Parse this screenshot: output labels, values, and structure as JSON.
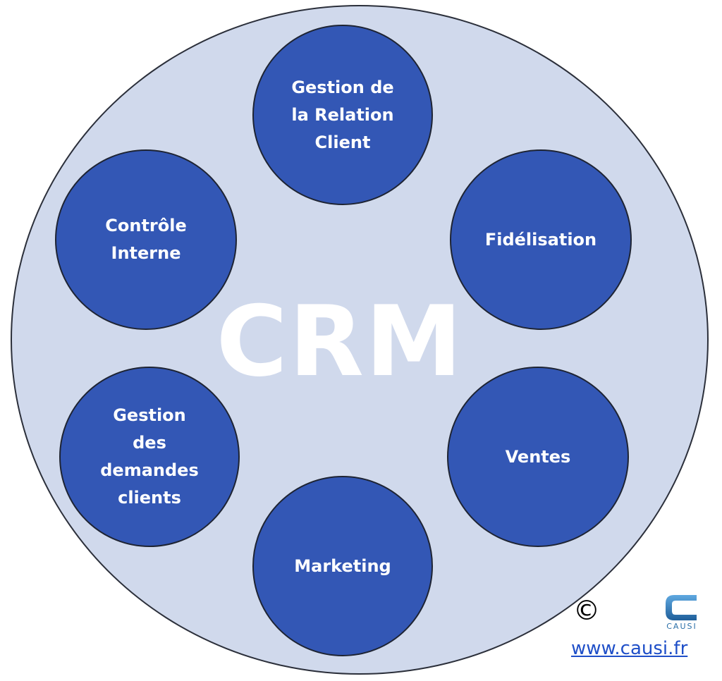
{
  "diagram": {
    "center_label": "CRM",
    "nodes": [
      {
        "id": "gestion-relation-client",
        "label": "Gestion de\nla Relation\nClient"
      },
      {
        "id": "fidelisation",
        "label": "Fidélisation"
      },
      {
        "id": "ventes",
        "label": "Ventes"
      },
      {
        "id": "marketing",
        "label": "Marketing"
      },
      {
        "id": "gestion-demandes-clients",
        "label": "Gestion\ndes\ndemandes\nclients"
      },
      {
        "id": "controle-interne",
        "label": "Contrôle\nInterne"
      }
    ],
    "colors": {
      "outer_fill": "#d0d9ec",
      "node_fill": "#3357b5",
      "text": "#ffffff",
      "link": "#1f4fc8"
    }
  },
  "footer": {
    "copyright_symbol": "©",
    "logo_text": "CAUSI",
    "website": "www.causi.fr"
  }
}
